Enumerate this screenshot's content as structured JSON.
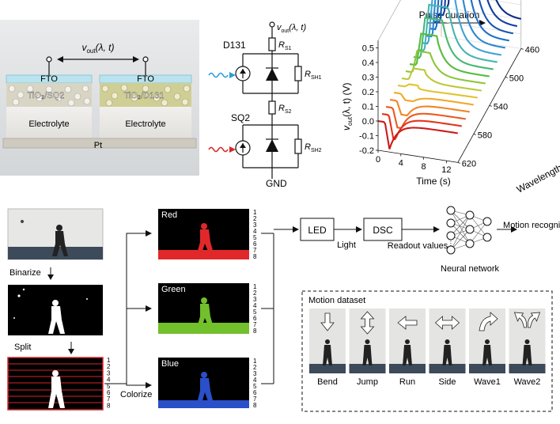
{
  "device": {
    "vout_label": "v",
    "vout_sub": "out",
    "vout_args": "(λ, t)",
    "fto_left": "FTO",
    "fto_right": "FTO",
    "tio2_left": "TiO₂/SQ2",
    "tio2_right": "TiO₂/D131",
    "electrolyte_left": "Electrolyte",
    "electrolyte_right": "Electrolyte",
    "pt": "Pt"
  },
  "circuit": {
    "vout_label": "v",
    "vout_sub": "out",
    "vout_args": "(λ, t)",
    "d131": "D131",
    "sq2": "SQ2",
    "rs1": "R",
    "rs1_sub": "S1",
    "rsh1": "R",
    "rsh1_sub": "SH1",
    "rs2": "R",
    "rs2_sub": "S2",
    "rsh2": "R",
    "rsh2_sub": "SH2",
    "gnd": "GND",
    "color_blue": "#2a9fd8",
    "color_red": "#d8262a"
  },
  "chart": {
    "pulse_label": "Pulse duration",
    "ylabel_main": "v",
    "ylabel_sub": "out",
    "ylabel_args": "(λ, t) (V)",
    "xlabel": "Time (s)",
    "zlabel": "Wavelength",
    "y_ticks": [
      "0.5",
      "0.4",
      "0.3",
      "0.2",
      "0.1",
      "0.0",
      "-0.1",
      "-0.2"
    ],
    "x_ticks": [
      "0",
      "4",
      "8",
      "12"
    ],
    "z_ticks": [
      "620",
      "580",
      "540",
      "500",
      "460"
    ]
  },
  "chart_data": {
    "type": "line",
    "xlabel": "Time (s)",
    "ylabel": "vout(λ, t) (V)",
    "zlabel": "Wavelength",
    "xlim": [
      0,
      14
    ],
    "ylim": [
      -0.2,
      0.5
    ],
    "wavelength_ticks": [
      460,
      500,
      540,
      580,
      620
    ],
    "series": [
      {
        "wavelength": 460,
        "peak": 0.5,
        "color": "#0b2e8a"
      },
      {
        "wavelength": 470,
        "peak": 0.49,
        "color": "#10409e"
      },
      {
        "wavelength": 480,
        "peak": 0.47,
        "color": "#1656b4"
      },
      {
        "wavelength": 490,
        "peak": 0.44,
        "color": "#1e6fc6"
      },
      {
        "wavelength": 500,
        "peak": 0.4,
        "color": "#2a88d2"
      },
      {
        "wavelength": 510,
        "peak": 0.36,
        "color": "#3fa3d6"
      },
      {
        "wavelength": 520,
        "peak": 0.32,
        "color": "#45b5b0"
      },
      {
        "wavelength": 530,
        "peak": 0.28,
        "color": "#46b872"
      },
      {
        "wavelength": 540,
        "peak": 0.22,
        "color": "#57bc3c"
      },
      {
        "wavelength": 550,
        "peak": 0.15,
        "color": "#8cc63c"
      },
      {
        "wavelength": 560,
        "peak": 0.08,
        "color": "#bcc93a"
      },
      {
        "wavelength": 570,
        "peak": 0.02,
        "color": "#e0c431"
      },
      {
        "wavelength": 580,
        "peak": -0.04,
        "color": "#f0a92a"
      },
      {
        "wavelength": 590,
        "peak": -0.09,
        "color": "#f08525"
      },
      {
        "wavelength": 600,
        "peak": -0.13,
        "color": "#ea5b20"
      },
      {
        "wavelength": 610,
        "peak": -0.16,
        "color": "#e2341e"
      },
      {
        "wavelength": 620,
        "peak": -0.18,
        "color": "#cc1a1a"
      }
    ]
  },
  "pipeline": {
    "binarize": "Binarize",
    "split": "Split",
    "colorize": "Colorize",
    "red": "Red",
    "green": "Green",
    "blue": "Blue",
    "rows": [
      "1",
      "2",
      "3",
      "4",
      "5",
      "6",
      "7",
      "8"
    ],
    "led": "LED",
    "light": "Light",
    "dsc": "DSC",
    "readout": "Readout values",
    "neural": "Neural network",
    "motion": "Motion recognition",
    "color_red": "#e0282a",
    "color_green": "#72c02c",
    "color_blue": "#2a4fc8"
  },
  "dataset": {
    "title": "Motion dataset",
    "items": [
      {
        "label": "Bend",
        "icon": "arrow-down-icon"
      },
      {
        "label": "Jump",
        "icon": "arrow-updown-icon"
      },
      {
        "label": "Run",
        "icon": "arrow-left-icon"
      },
      {
        "label": "Side",
        "icon": "arrow-leftright-icon"
      },
      {
        "label": "Wave1",
        "icon": "arrow-curved-icon"
      },
      {
        "label": "Wave2",
        "icon": "arrow-curved-double-icon"
      }
    ]
  }
}
